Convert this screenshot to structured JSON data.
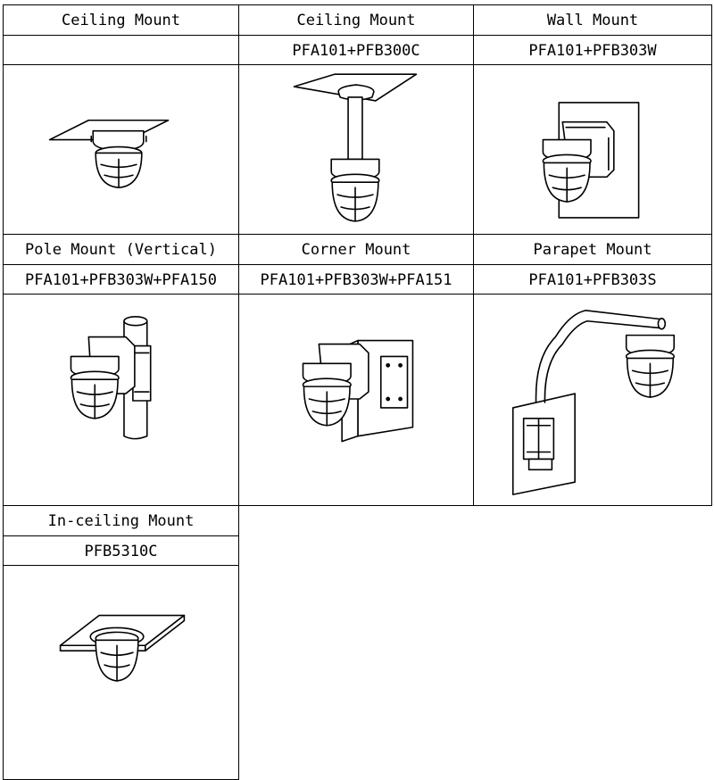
{
  "mounts": [
    {
      "title": "Ceiling Mount",
      "model": "",
      "illustration": "ceiling-mount-illustration"
    },
    {
      "title": "Ceiling Mount",
      "model": "PFA101+PFB300C",
      "illustration": "pendant-ceiling-mount-illustration"
    },
    {
      "title": "Wall Mount",
      "model": "PFA101+PFB303W",
      "illustration": "wall-mount-illustration"
    },
    {
      "title": "Pole Mount (Vertical)",
      "model": "PFA101+PFB303W+PFA150",
      "illustration": "pole-mount-illustration"
    },
    {
      "title": "Corner Mount",
      "model": "PFA101+PFB303W+PFA151",
      "illustration": "corner-mount-illustration"
    },
    {
      "title": "Parapet Mount",
      "model": "PFA101+PFB303S",
      "illustration": "parapet-mount-illustration"
    },
    {
      "title": "In-ceiling Mount",
      "model": "PFB5310C",
      "illustration": "in-ceiling-mount-illustration"
    }
  ]
}
